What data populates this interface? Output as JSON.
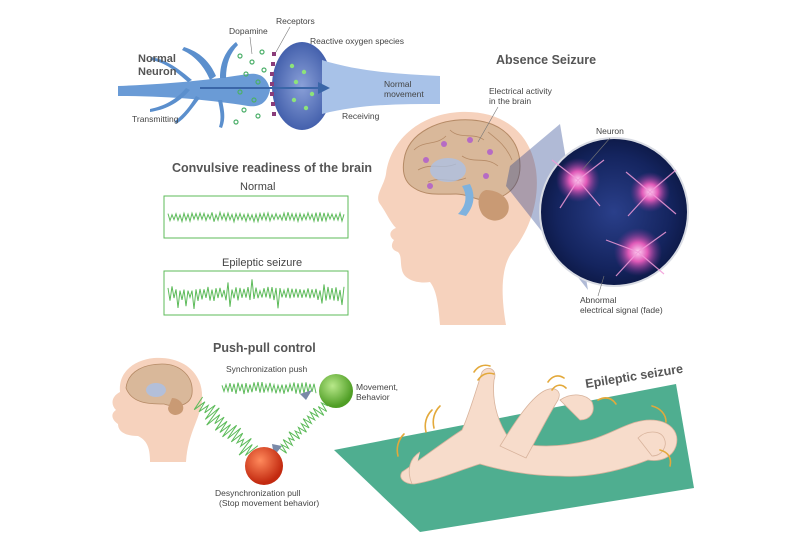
{
  "neuron": {
    "title_line1": "Normal",
    "title_line2": "Neuron",
    "dopamine": "Dopamine",
    "receptors": "Receptors",
    "ros": "Reactive oxygen species",
    "transmitting": "Transmitting",
    "receiving": "Receiving",
    "movement_line1": "Normal",
    "movement_line2": "movement"
  },
  "absence": {
    "title": "Absence Seizure",
    "activity_line1": "Electrical activity",
    "activity_line2": "in the brain",
    "neuron": "Neuron",
    "abnormal_line1": "Abnormal",
    "abnormal_line2": "electrical signal (fade)"
  },
  "convulsive": {
    "title": "Convulsive readiness of the brain",
    "normal": "Normal",
    "seizure": "Epileptic seizure"
  },
  "pushpull": {
    "title": "Push-pull control",
    "sync": "Synchronization push",
    "movement_line1": "Movement,",
    "movement_line2": "Behavior",
    "desync_line1": "Desynchronization pull",
    "desync_line2": "(Stop movement behavior)"
  },
  "epileptic": {
    "title": "Epileptic seizure"
  },
  "colors": {
    "neuron_blue": "#3f78b8",
    "wave_green": "#5dbb5a",
    "skin": "#f6d2bd",
    "mat": "#4fae90",
    "green_ball": "#6cbd3c",
    "red_ball": "#d63b1f"
  }
}
